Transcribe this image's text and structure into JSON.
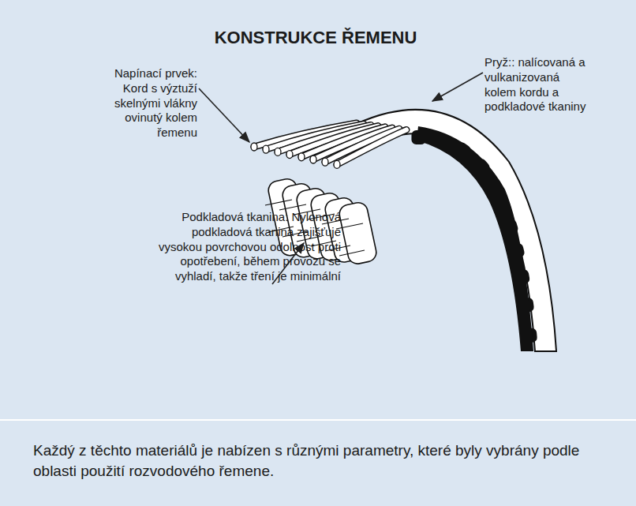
{
  "diagram": {
    "title": "KONSTRUKCE ŘEMENU",
    "caption": "Každý z těchto materiálů je nabízen s různými parametry, které byly vybrány podle oblasti použití rozvodového řemene.",
    "labels": [
      "Pryž:: nalícovaná a vulkanizovaná kolem kordu a podkladové tkaniny",
      "Napínací prvek: Kord s výztuží skelnými vlákny ovinutý kolem řemenu",
      "Podkladová tkanina: Nylonová podkladová tkanina zajišťuje vysokou povrchovou odolnost proti opotřebení, během provozu se vyhladí, takže tření je minimální"
    ]
  }
}
